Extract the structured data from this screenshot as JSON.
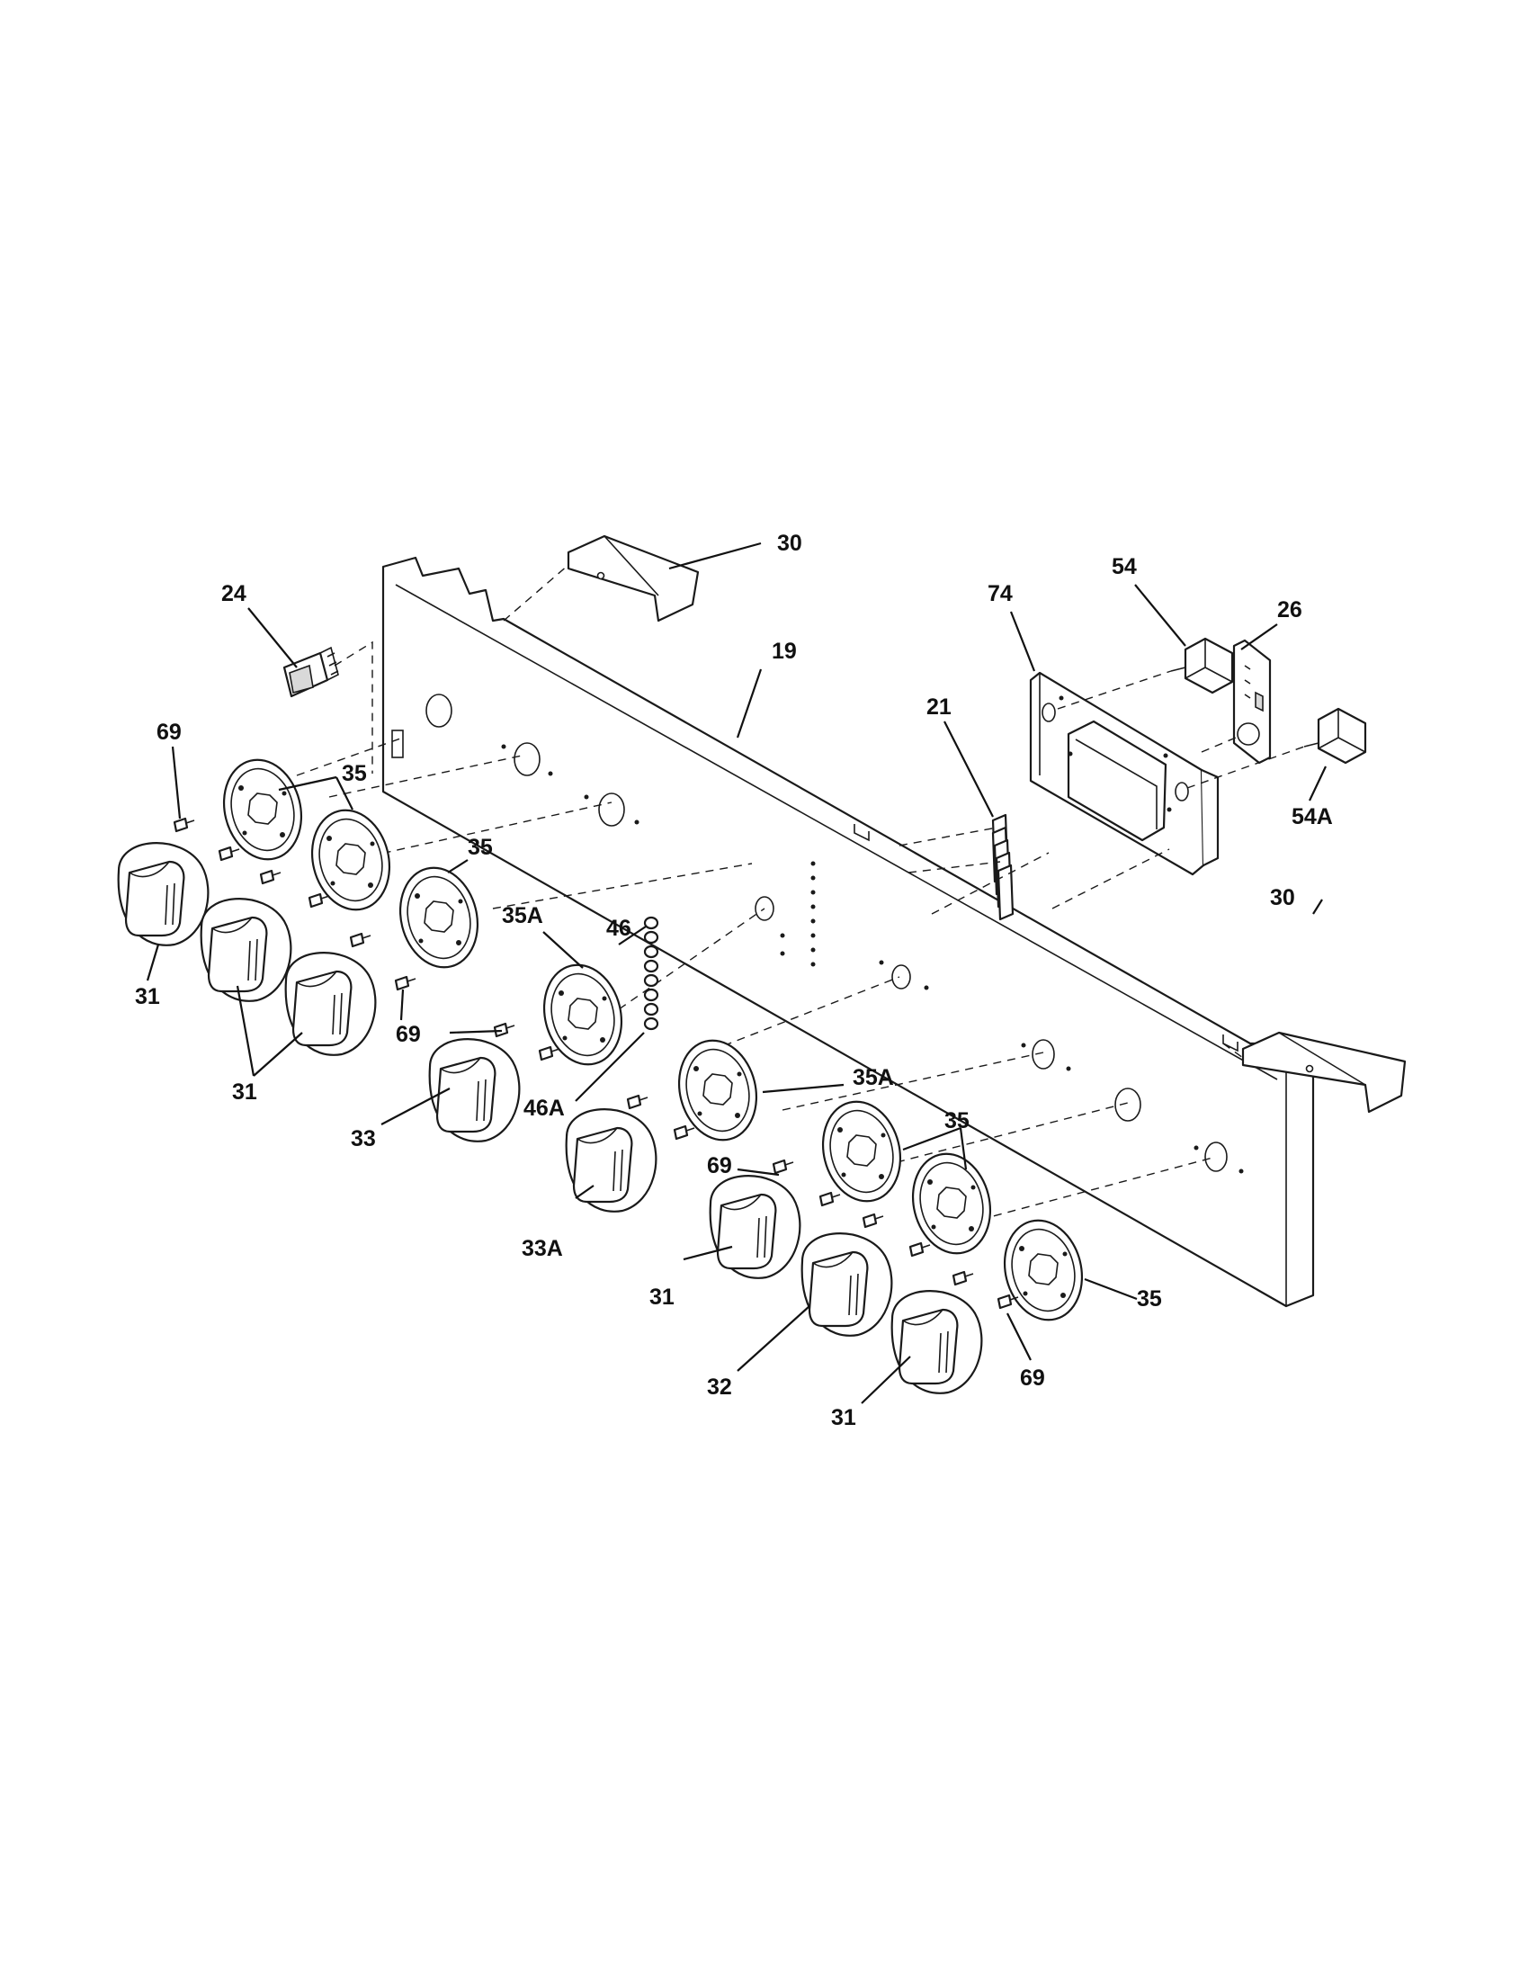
{
  "callouts": [
    {
      "id": "c-30-top",
      "text": "30"
    },
    {
      "id": "c-24",
      "text": "24"
    },
    {
      "id": "c-19",
      "text": "19"
    },
    {
      "id": "c-74",
      "text": "74"
    },
    {
      "id": "c-54",
      "text": "54"
    },
    {
      "id": "c-26",
      "text": "26"
    },
    {
      "id": "c-21",
      "text": "21"
    },
    {
      "id": "c-69-a",
      "text": "69"
    },
    {
      "id": "c-35-a",
      "text": "35"
    },
    {
      "id": "c-54a",
      "text": "54A"
    },
    {
      "id": "c-35-b",
      "text": "35"
    },
    {
      "id": "c-35a-a",
      "text": "35A"
    },
    {
      "id": "c-46",
      "text": "46"
    },
    {
      "id": "c-30-bot",
      "text": "30"
    },
    {
      "id": "c-31-a",
      "text": "31"
    },
    {
      "id": "c-69-b",
      "text": "69"
    },
    {
      "id": "c-31-b",
      "text": "31"
    },
    {
      "id": "c-33",
      "text": "33"
    },
    {
      "id": "c-46a",
      "text": "46A"
    },
    {
      "id": "c-35a-b",
      "text": "35A"
    },
    {
      "id": "c-35-c",
      "text": "35"
    },
    {
      "id": "c-69-c",
      "text": "69"
    },
    {
      "id": "c-33a",
      "text": "33A"
    },
    {
      "id": "c-31-c",
      "text": "31"
    },
    {
      "id": "c-35-d",
      "text": "35"
    },
    {
      "id": "c-32",
      "text": "32"
    },
    {
      "id": "c-69-d",
      "text": "69"
    },
    {
      "id": "c-31-d",
      "text": "31"
    }
  ]
}
